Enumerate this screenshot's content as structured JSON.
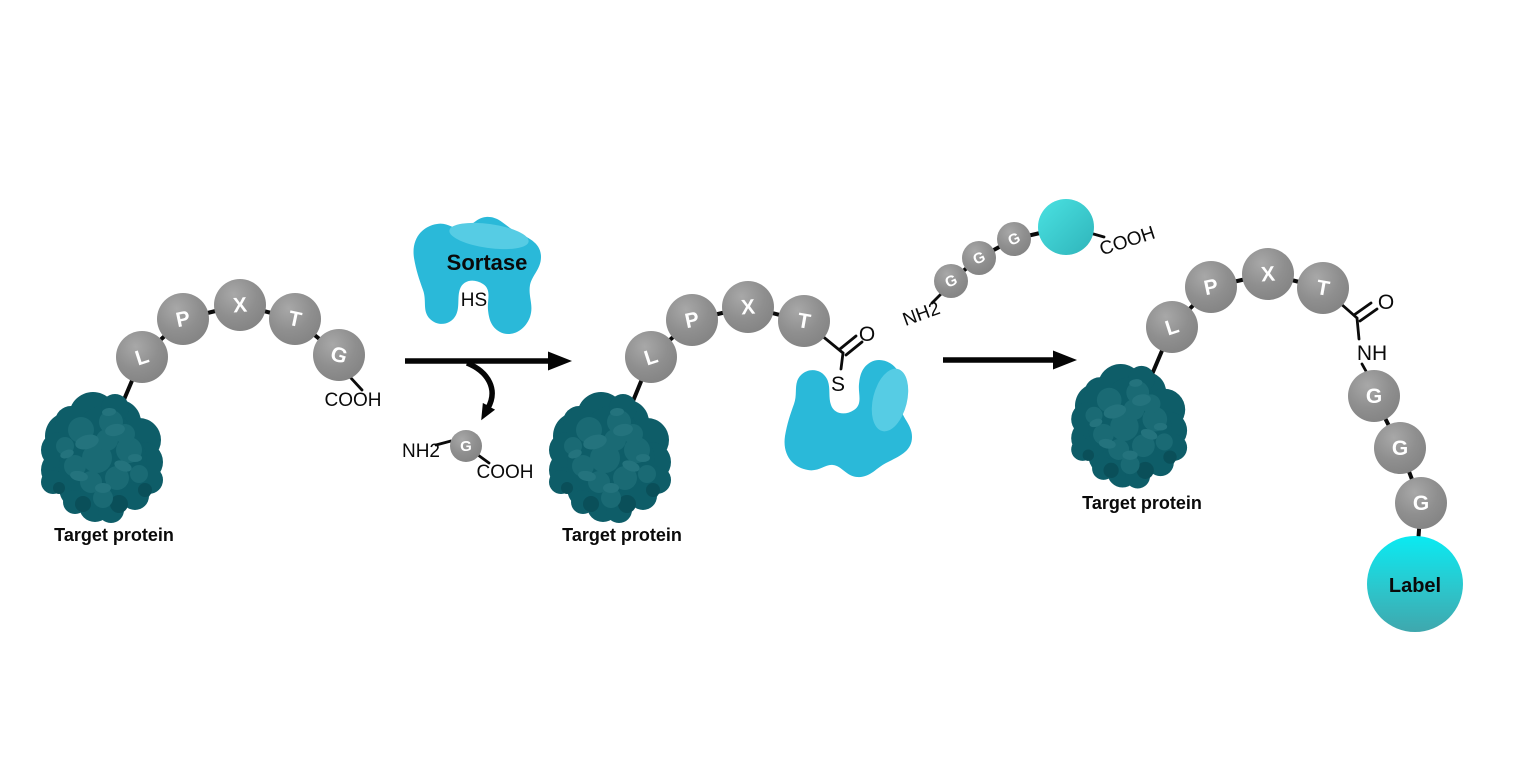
{
  "colors": {
    "protein_base": "#0e5d68",
    "protein_light": "#1a6a74",
    "protein_lighter": "#24737d",
    "protein_dark": "#0a4f59",
    "sortase_body": "#2ab9d9",
    "sortase_highlight": "#56cce4",
    "residue_gray": "#8d8d8d",
    "label_gradient_top": "#0aeaf2",
    "label_gradient_bottom": "#3fa7ad",
    "probe_circle_light": "#4ae2e2",
    "probe_circle_dark": "#2fb4ba",
    "ink": "#0b0b0b"
  },
  "panel_substrate": {
    "protein_label": "Target protein",
    "residues": [
      "L",
      "P",
      "X",
      "T",
      "G"
    ],
    "c_terminus": "COOH"
  },
  "reaction_step1": {
    "enzyme_name": "Sortase",
    "enzyme_thiol": "HS",
    "byproduct": {
      "n_terminus": "NH2",
      "residue": "G",
      "c_terminus": "COOH"
    }
  },
  "panel_intermediate": {
    "protein_label": "Target protein",
    "residues": [
      "L",
      "P",
      "X",
      "T"
    ],
    "carbonyl_oxygen": "O",
    "thioester_sulfur": "S"
  },
  "reaction_step2": {
    "probe": {
      "n_terminus": "NH2",
      "residues": [
        "G",
        "G",
        "G"
      ],
      "c_terminus": "COOH"
    }
  },
  "panel_product": {
    "protein_label": "Target protein",
    "residues": [
      "L",
      "P",
      "X",
      "T"
    ],
    "carbonyl_oxygen": "O",
    "amide": "NH",
    "glycines": [
      "G",
      "G",
      "G"
    ],
    "label_circle_text": "Label"
  }
}
